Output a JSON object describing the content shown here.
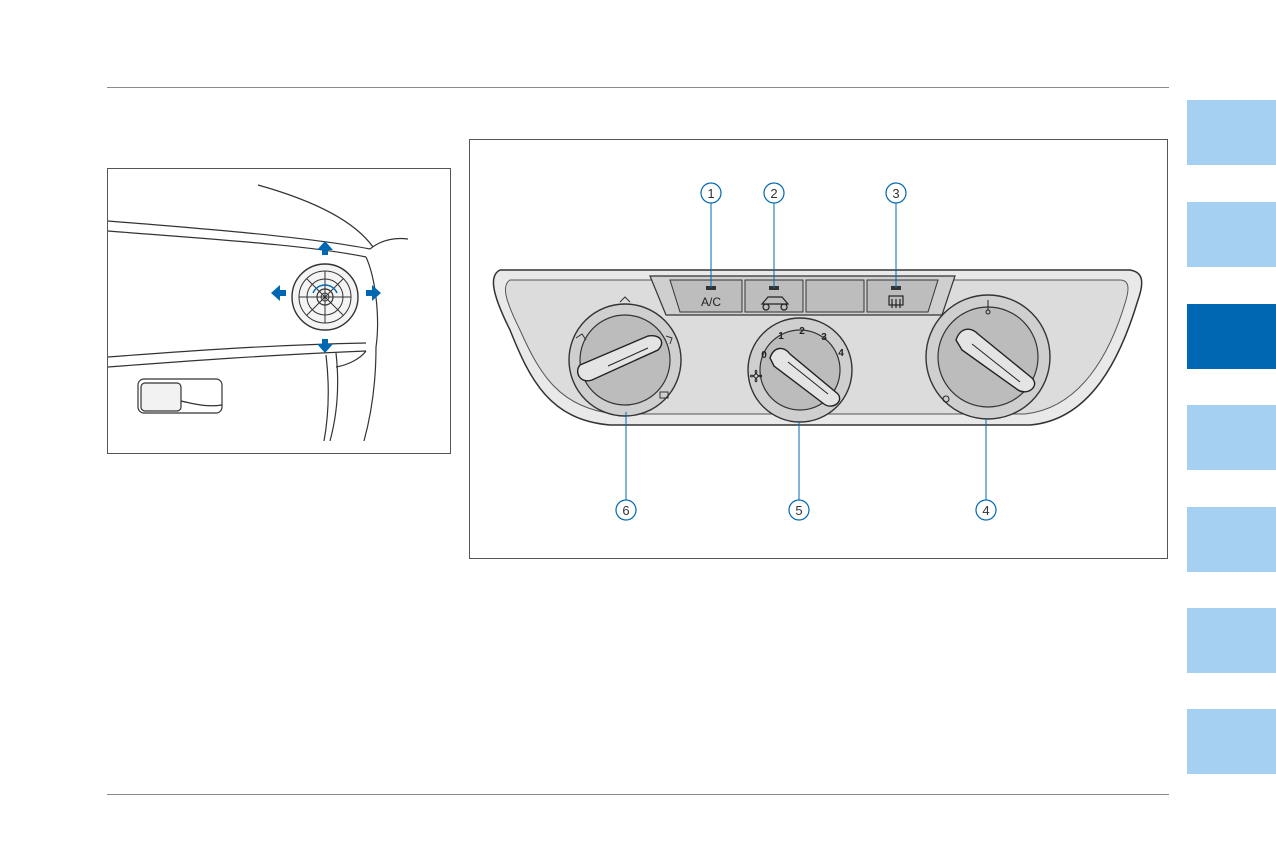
{
  "side_tabs": [
    {
      "active": false
    },
    {
      "active": false
    },
    {
      "active": true
    },
    {
      "active": false
    },
    {
      "active": false
    },
    {
      "active": false
    },
    {
      "active": false
    }
  ],
  "colors": {
    "tab": "#a6d0f2",
    "tab_active": "#0068b3",
    "arrow": "#0068b3",
    "line": "#333333"
  },
  "figure_vent": {
    "arrows": [
      "up",
      "down",
      "left",
      "right"
    ],
    "icons": [
      "air-vent-icon",
      "door-handle-icon"
    ]
  },
  "figure_panel": {
    "button_labels": {
      "ac": "A/C",
      "recirc": "",
      "blank": "",
      "defrost": ""
    },
    "fan_speeds": [
      "0",
      "1",
      "2",
      "3",
      "4"
    ],
    "callouts": [
      {
        "num": "1",
        "target": "ac-button"
      },
      {
        "num": "2",
        "target": "recirculation-button"
      },
      {
        "num": "3",
        "target": "rear-defrost-button"
      },
      {
        "num": "4",
        "target": "temperature-knob"
      },
      {
        "num": "5",
        "target": "fan-speed-knob"
      },
      {
        "num": "6",
        "target": "mode-knob"
      }
    ]
  }
}
